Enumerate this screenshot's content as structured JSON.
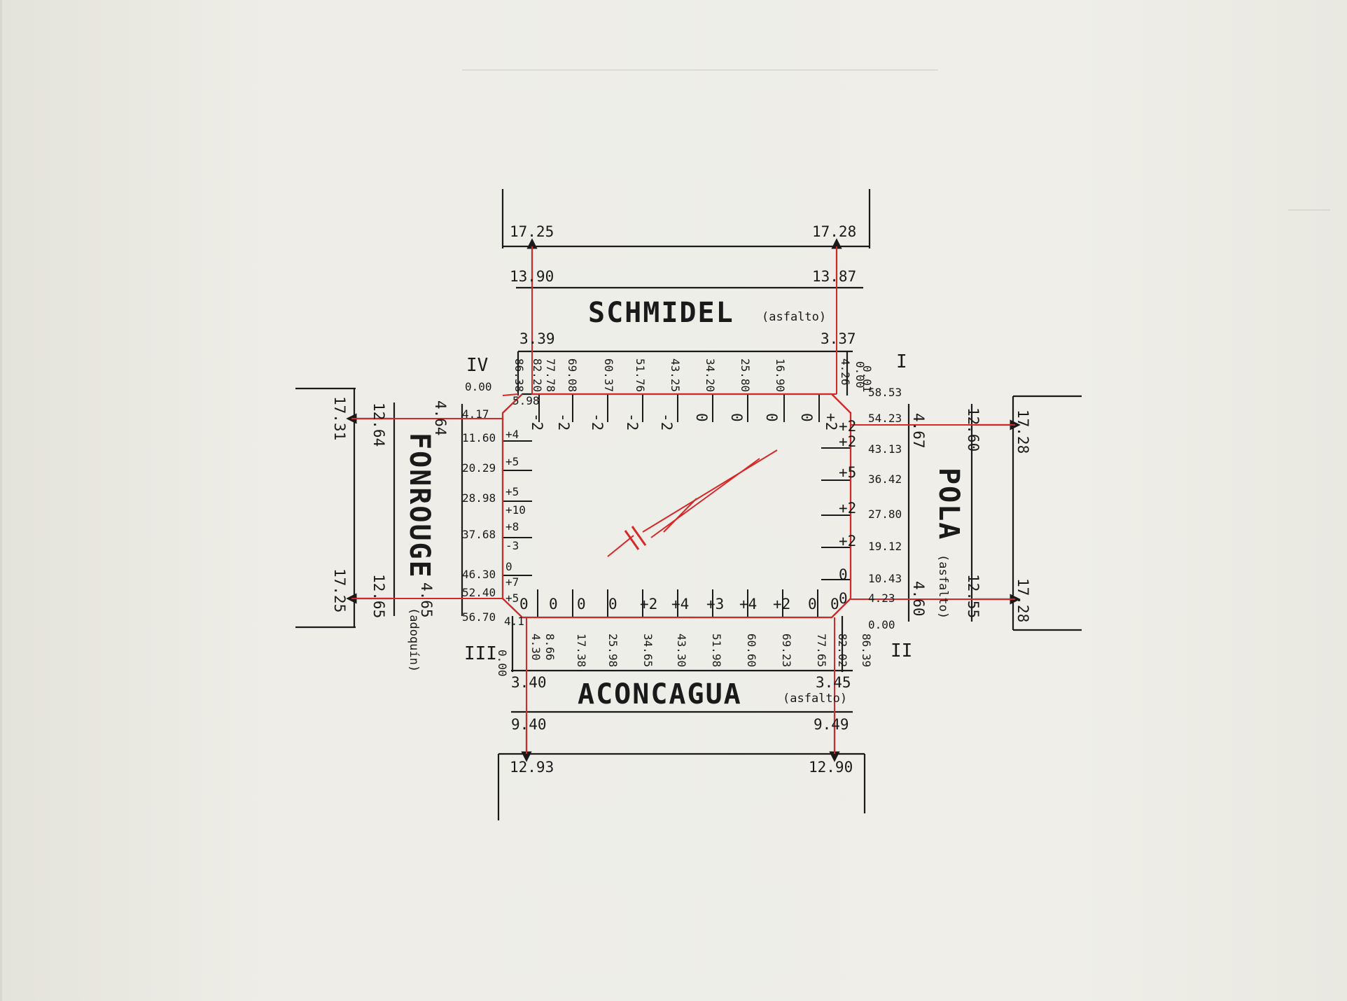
{
  "colors": {
    "ink": "#1a1a1a",
    "red": "#d62828",
    "paper": "#efeee8"
  },
  "streets": {
    "top": {
      "name": "SCHMIDEL",
      "note": "(asfalto)"
    },
    "bottom": {
      "name": "ACONCAGUA",
      "note": "(asfalto)"
    },
    "left": {
      "name": "FONROUGE",
      "note": "(adoquín)"
    },
    "right": {
      "name": "POLA",
      "note": "(asfalto)"
    }
  },
  "corners": {
    "c1": "I",
    "c2": "II",
    "c3": "III",
    "c4": "IV"
  },
  "top_road": {
    "outer_left": "17.25",
    "outer_right": "17.28",
    "mid_left": "13.90",
    "mid_right": "13.87",
    "inner_left": "3.39",
    "inner_right": "3.37"
  },
  "bottom_road": {
    "inner_left": "3.40",
    "inner_right": "3.45",
    "mid_left": "9.40",
    "mid_right": "9.49",
    "outer_left": "12.93",
    "outer_right": "12.90"
  },
  "left_road": {
    "outer_top": "17.31",
    "outer_bottom": "17.25",
    "mid_top": "12.64",
    "mid_bottom": "12.65",
    "inner_top": "4.64",
    "inner_bottom": "4.65"
  },
  "right_road": {
    "inner_top": "4.67",
    "inner_bottom": "4.60",
    "mid_top": "12.60",
    "mid_bottom": "12.55",
    "outer_top": "17.28",
    "outer_bottom": "17.28"
  },
  "top_edge": {
    "stations": [
      "86.38",
      "82.20",
      "77.78",
      "69.08",
      "60.37",
      "51.76",
      "43.25",
      "34.20",
      "25.80",
      "16.90",
      "4.26"
    ],
    "offsets": [
      "5.98",
      "-2",
      "-2",
      "-2",
      "-2",
      "-2",
      "0",
      "0",
      "0",
      "0",
      "+2"
    ],
    "corner_zero": "0.00"
  },
  "bottom_edge": {
    "stations": [
      "4.30",
      "8.66",
      "17.38",
      "25.98",
      "34.65",
      "43.30",
      "51.98",
      "60.60",
      "69.23",
      "77.65",
      "82.02",
      "86.39"
    ],
    "offsets": [
      "0",
      "0",
      "0",
      "0",
      "+2",
      "+4",
      "+3",
      "+4",
      "+2",
      "0",
      "0"
    ],
    "corner_zero": "0.00",
    "corner_offset": "4.1"
  },
  "left_edge": {
    "stations": [
      "4.17",
      "11.60",
      "20.29",
      "28.98",
      "37.68",
      "46.30",
      "52.40",
      "56.70"
    ],
    "offsets": [
      "+4",
      "+5",
      "+5",
      "+10",
      "+8",
      "-3",
      "0",
      "+7",
      "+5"
    ],
    "corner_zero": "0.00"
  },
  "right_edge": {
    "stations": [
      "58.53",
      "54.23",
      "43.13",
      "36.42",
      "27.80",
      "19.12",
      "10.43",
      "4.23"
    ],
    "offsets": [
      "+2",
      "+2",
      "+5",
      "+2",
      "+2",
      "0",
      "0"
    ],
    "corner_zero": "0.00",
    "corner_offset": "0.01"
  }
}
